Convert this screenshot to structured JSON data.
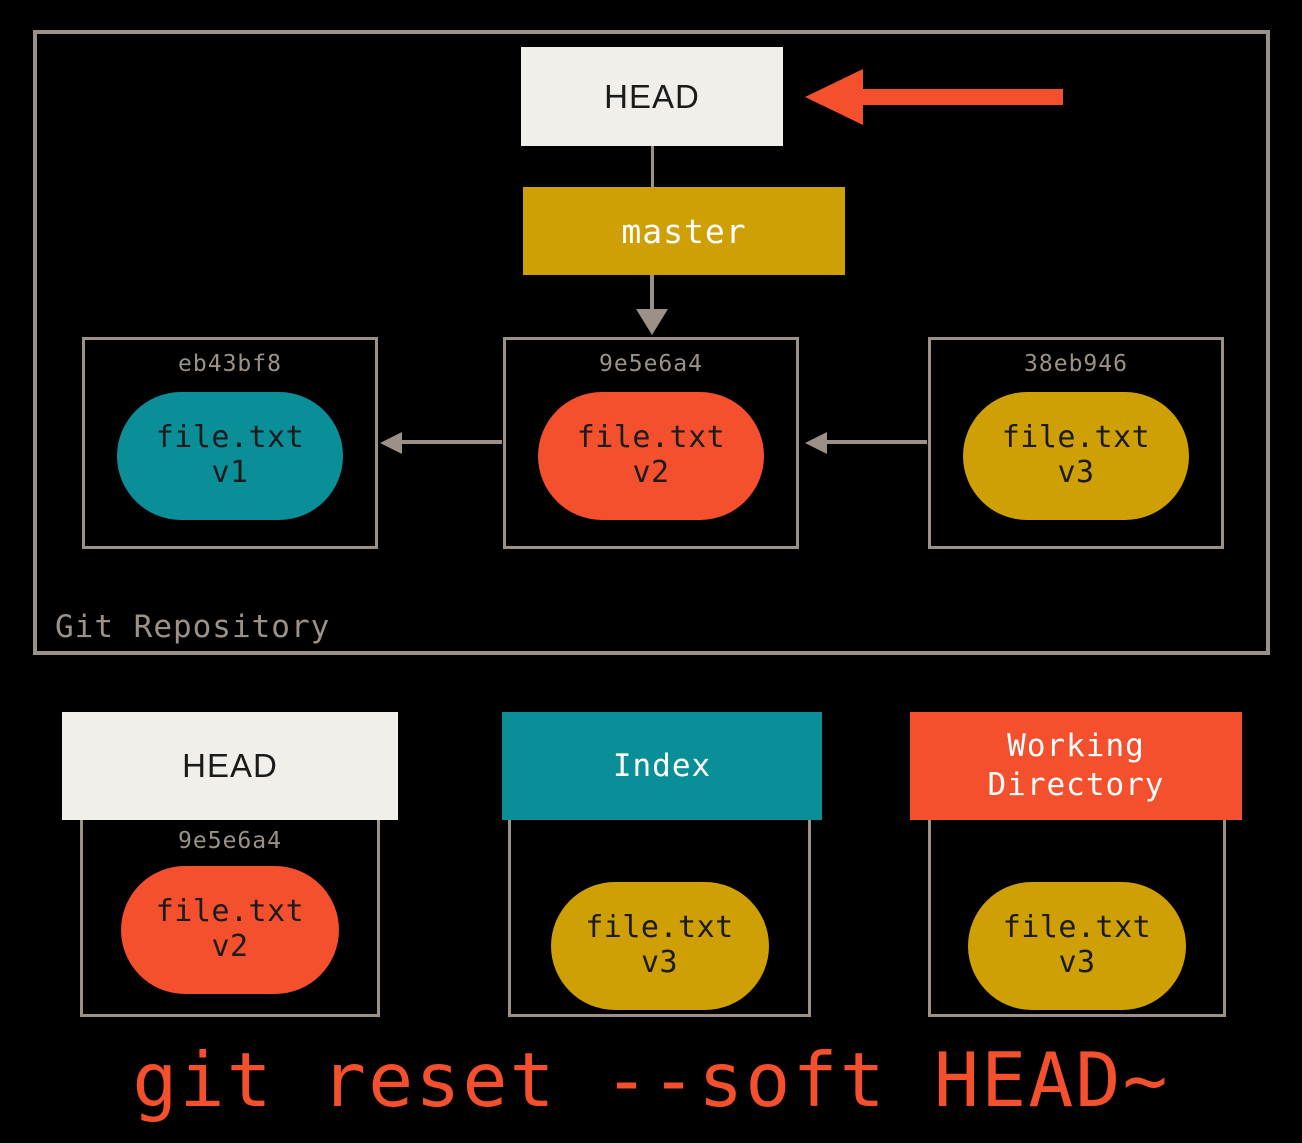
{
  "colors": {
    "background": "#000000",
    "border_gray": "#9b9188",
    "cream": "#f0efe9",
    "gold": "#cf9f06",
    "teal": "#0a8f99",
    "orange_red": "#f4502d",
    "dark_text": "#1b1b1b",
    "white_text": "#ffffff"
  },
  "repository": {
    "label": "Git Repository",
    "head_pointer": {
      "label": "HEAD"
    },
    "branch": {
      "label": "master"
    },
    "attention_arrow": {
      "icon": "arrow-left-icon",
      "color": "#f4502d"
    },
    "commits": [
      {
        "hash": "eb43bf8",
        "file_name": "file.txt",
        "file_version": "v1",
        "blob_color": "#0a8f99"
      },
      {
        "hash": "9e5e6a4",
        "file_name": "file.txt",
        "file_version": "v2",
        "blob_color": "#f4502d"
      },
      {
        "hash": "38eb946",
        "file_name": "file.txt",
        "file_version": "v3",
        "blob_color": "#cf9f06"
      }
    ]
  },
  "areas": [
    {
      "title": "HEAD",
      "hash": "9e5e6a4",
      "file_name": "file.txt",
      "file_version": "v2",
      "header_color": "#f0efe9",
      "blob_color": "#f4502d"
    },
    {
      "title": "Index",
      "hash": "",
      "file_name": "file.txt",
      "file_version": "v3",
      "header_color": "#0a8f99",
      "blob_color": "#cf9f06"
    },
    {
      "title": "Working\nDirectory",
      "title_line1": "Working",
      "title_line2": "Directory",
      "hash": "",
      "file_name": "file.txt",
      "file_version": "v3",
      "header_color": "#f4502d",
      "blob_color": "#cf9f06"
    }
  ],
  "caption": "git reset --soft HEAD~"
}
